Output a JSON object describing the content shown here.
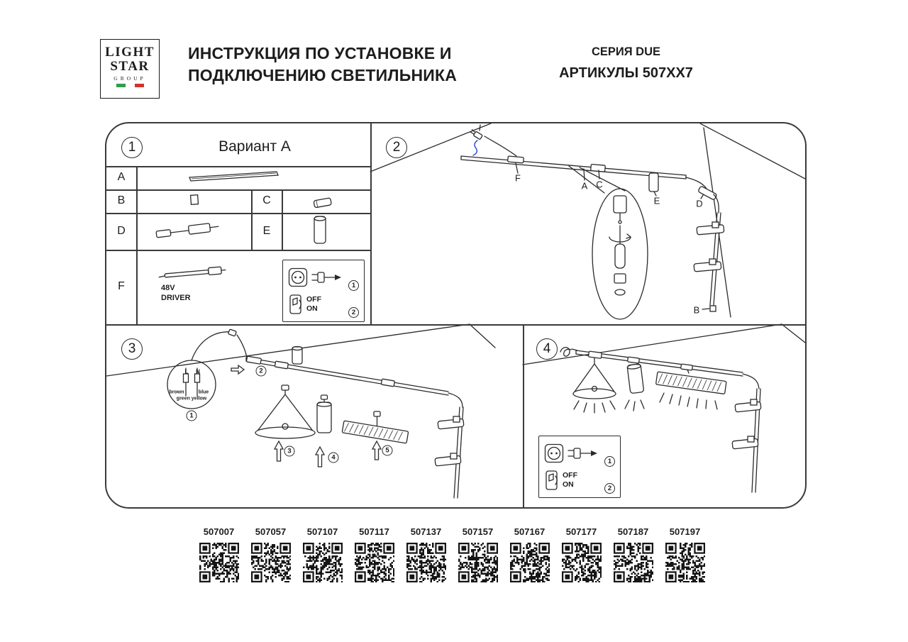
{
  "header": {
    "logo_line1": "LIGHT",
    "logo_line2": "STAR",
    "logo_line3": "GROUP",
    "title_line1": "ИНСТРУКЦИЯ ПО УСТАНОВКЕ И",
    "title_line2": "ПОДКЛЮЧЕНИЮ СВЕТИЛЬНИКА",
    "series_line1": "СЕРИЯ DUE",
    "series_line2": "АРТИКУЛЫ 507XX7"
  },
  "colors": {
    "line": "#2b2b2b",
    "blue_wire": "#2743c9",
    "flag_green": "#2e9e4f",
    "flag_white": "#ffffff",
    "flag_red": "#d2342c"
  },
  "section1": {
    "number": "1",
    "title": "Вариант А",
    "part_a": "A",
    "part_b": "B",
    "part_c": "C",
    "part_d": "D",
    "part_e": "E",
    "part_f": "F",
    "driver_line1": "48V",
    "driver_line2": "DRIVER"
  },
  "power_box": {
    "socket_step": "1",
    "off_label": "OFF",
    "on_label": "ON",
    "switch_step": "2"
  },
  "section2": {
    "number": "2",
    "labels": {
      "f": "F",
      "a": "A",
      "c": "C",
      "e": "E",
      "d": "D",
      "b": "B"
    }
  },
  "section3": {
    "number": "3",
    "wire": {
      "l": "L",
      "n": "N",
      "brown": "brown",
      "blue": "blue",
      "green_yellow": "green yellow"
    },
    "step1": "1",
    "step2": "2",
    "step3": "3",
    "step4": "4",
    "step5": "5"
  },
  "section4": {
    "number": "4"
  },
  "footer": {
    "articles": [
      "507007",
      "507057",
      "507107",
      "507117",
      "507137",
      "507157",
      "507167",
      "507177",
      "507187",
      "507197"
    ]
  }
}
